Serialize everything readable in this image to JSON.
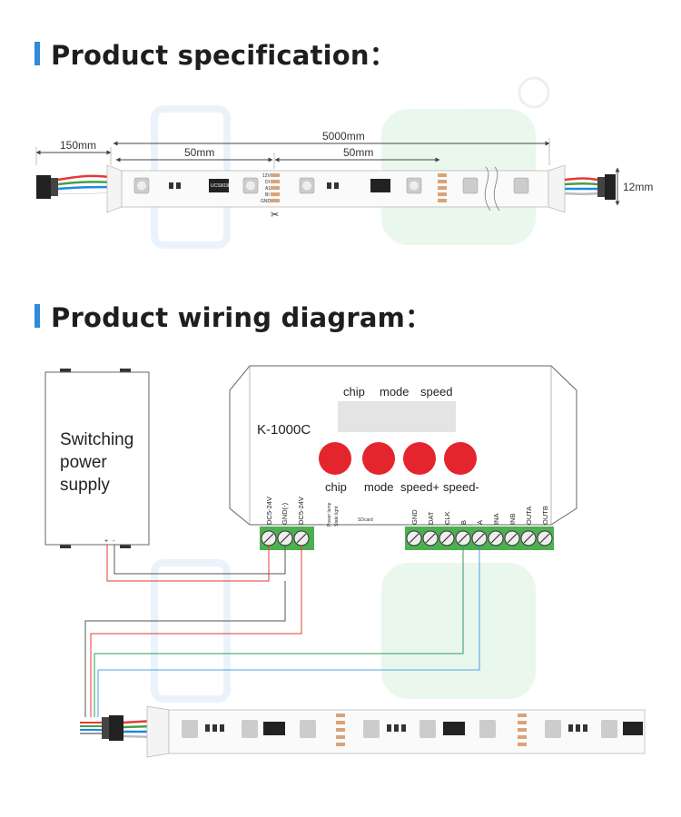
{
  "section1": {
    "title": "Product specification："
  },
  "section2": {
    "title": "Product wiring diagram："
  },
  "spec": {
    "lead_length": "150mm",
    "total_length": "5000mm",
    "cut_left": "50mm",
    "cut_right": "50mm",
    "width": "12mm",
    "pad_labels": [
      "12V",
      "DI",
      "A1",
      "BI",
      "GND"
    ],
    "chip_label": "UCS903L",
    "icons": {
      "cut": "scissors-icon",
      "registered": "registered-mark-icon"
    }
  },
  "power_supply": {
    "label_lines": [
      "Switching",
      "power",
      "supply"
    ],
    "terminals": [
      "+",
      "-"
    ]
  },
  "controller": {
    "model": "K-1000C",
    "display_labels": [
      "chip",
      "mode",
      "speed"
    ],
    "buttons": [
      "chip",
      "mode",
      "speed+",
      "speed-"
    ],
    "power_terminals": [
      "DC5-24V",
      "GND(-)",
      "DC5-24V"
    ],
    "side_notes": [
      "Power lamp",
      "State light"
    ],
    "sd_label": "SDcard",
    "signal_terminals": [
      "GND",
      "DAT",
      "CLK",
      "B",
      "A",
      "INA",
      "INB",
      "OUTA",
      "OUTB"
    ],
    "colors": {
      "button": "#e5252d",
      "terminal": "#4caf50",
      "display": "#e4e4e4",
      "accent": "#2f8ad8"
    }
  }
}
